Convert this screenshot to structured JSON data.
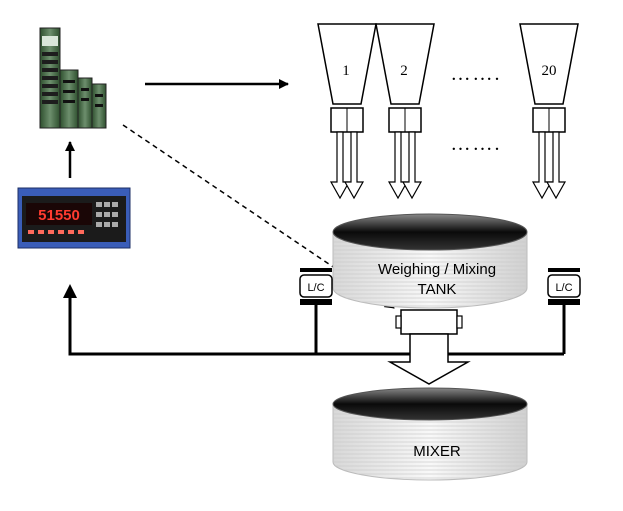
{
  "hoppers": {
    "items": [
      {
        "label": "1"
      },
      {
        "label": "2"
      },
      {
        "label": "20"
      }
    ],
    "ellipsis": "……."
  },
  "indicator": {
    "display_value": "51550"
  },
  "tank": {
    "label_line1": "Weighing / Mixing",
    "label_line2": "TANK"
  },
  "load_cells": {
    "left_label": "L/C",
    "right_label": "L/C"
  },
  "mixer": {
    "label": "MIXER"
  },
  "colors": {
    "line": "#000000",
    "tank_dark": "#1a1a1a",
    "tank_light": "#f2f2f2",
    "plc_green": "#3f6b3f",
    "indicator_blue": "#3a5db8",
    "display_red": "#ff3b30"
  }
}
